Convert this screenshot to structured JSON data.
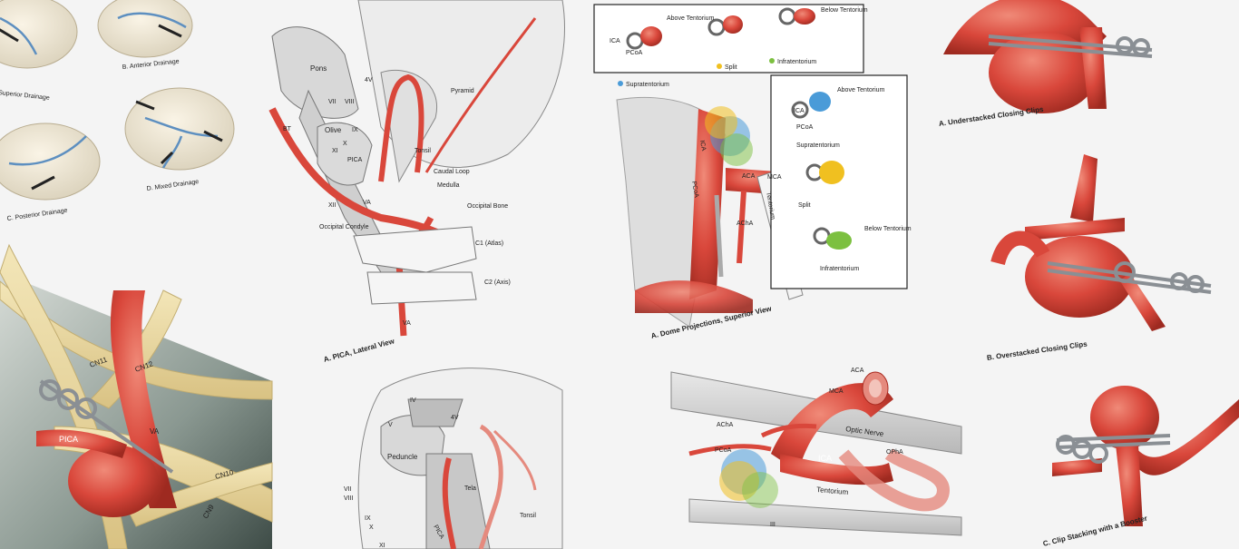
{
  "panels": {
    "drainage": {
      "captions": [
        "Superior Drainage",
        "B. Anterior Drainage",
        "C. Posterior Drainage",
        "D. Mixed Drainage"
      ]
    },
    "pica_clip": {
      "labels": [
        "CN11",
        "CN12",
        "VA",
        "PICA",
        "CN10",
        "CN9"
      ]
    },
    "pica_lateral": {
      "caption": "A. PICA, Lateral View",
      "labels": [
        "Pons",
        "4V",
        "VII",
        "VIII",
        "Olive",
        "IX",
        "X",
        "XI",
        "XII",
        "BT",
        "PICA",
        "VA",
        "Tonsil",
        "Pyramid",
        "Caudal Loop",
        "Medulla",
        "Occipital Bone",
        "Occipital Condyle",
        "C1 (Atlas)",
        "C2 (Axis)",
        "VA"
      ]
    },
    "peduncle": {
      "labels": [
        "IV",
        "V",
        "4V",
        "Peduncle",
        "VII",
        "VIII",
        "IX",
        "X",
        "XI",
        "PICA",
        "Tela",
        "Tonsil"
      ]
    },
    "dome": {
      "caption": "A. Dome Projections, Superior View",
      "legend_top": [
        "ICA",
        "PCoA",
        "Above Tentorium",
        "Below Tentorium",
        "Supratentorium",
        "Split",
        "Infratentorium"
      ],
      "legend_side": [
        "ICA",
        "PCoA",
        "Above Tentorium",
        "Supratentorium",
        "Split",
        "Below Tentorium",
        "Infratentorium"
      ],
      "labels": [
        "ICA",
        "PCoA",
        "ACA",
        "MCA",
        "AChA",
        "Tentorium"
      ]
    },
    "optic": {
      "labels": [
        "ACA",
        "MCA",
        "AChA",
        "PCoA",
        "ICA",
        "OPhA",
        "Optic Nerve",
        "Tentorium",
        "III"
      ]
    },
    "clips": {
      "captions": [
        "A. Understacked Closing Clips",
        "B. Overstacked Closing Clips",
        "C. Clip Stacking with a Booster"
      ]
    }
  },
  "colors": {
    "artery": "#d9473b",
    "artery_dark": "#a9291f",
    "nerve": "#e7d49b",
    "vein": "#6a9ac8",
    "clip": "#9a9ea3",
    "supra": "#4a9bd8",
    "split": "#f0c020",
    "infra": "#7cc040"
  }
}
